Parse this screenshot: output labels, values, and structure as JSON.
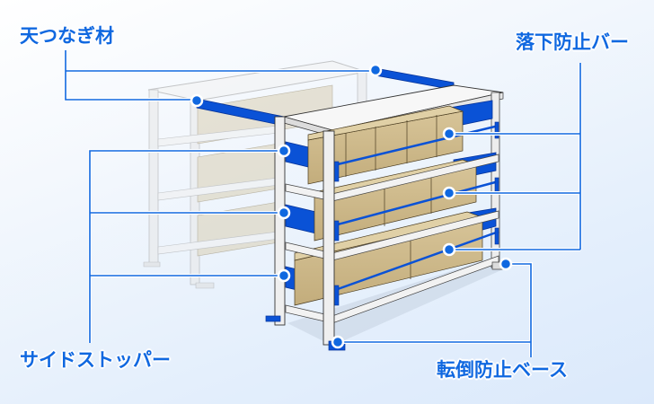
{
  "diagram": {
    "subject": "Steel shelving rack with safety accessories",
    "accent_color": "#1068e0",
    "part_color": "#0a52d6",
    "box_color": "#cdb98a",
    "frame_color": "#ebebeb",
    "labels": {
      "top_tie": "天つなぎ材",
      "fall_prevention_bar": "落下防止バー",
      "side_stopper": "サイドストッパー",
      "tip_prevention_base": "転倒防止ベース"
    }
  }
}
